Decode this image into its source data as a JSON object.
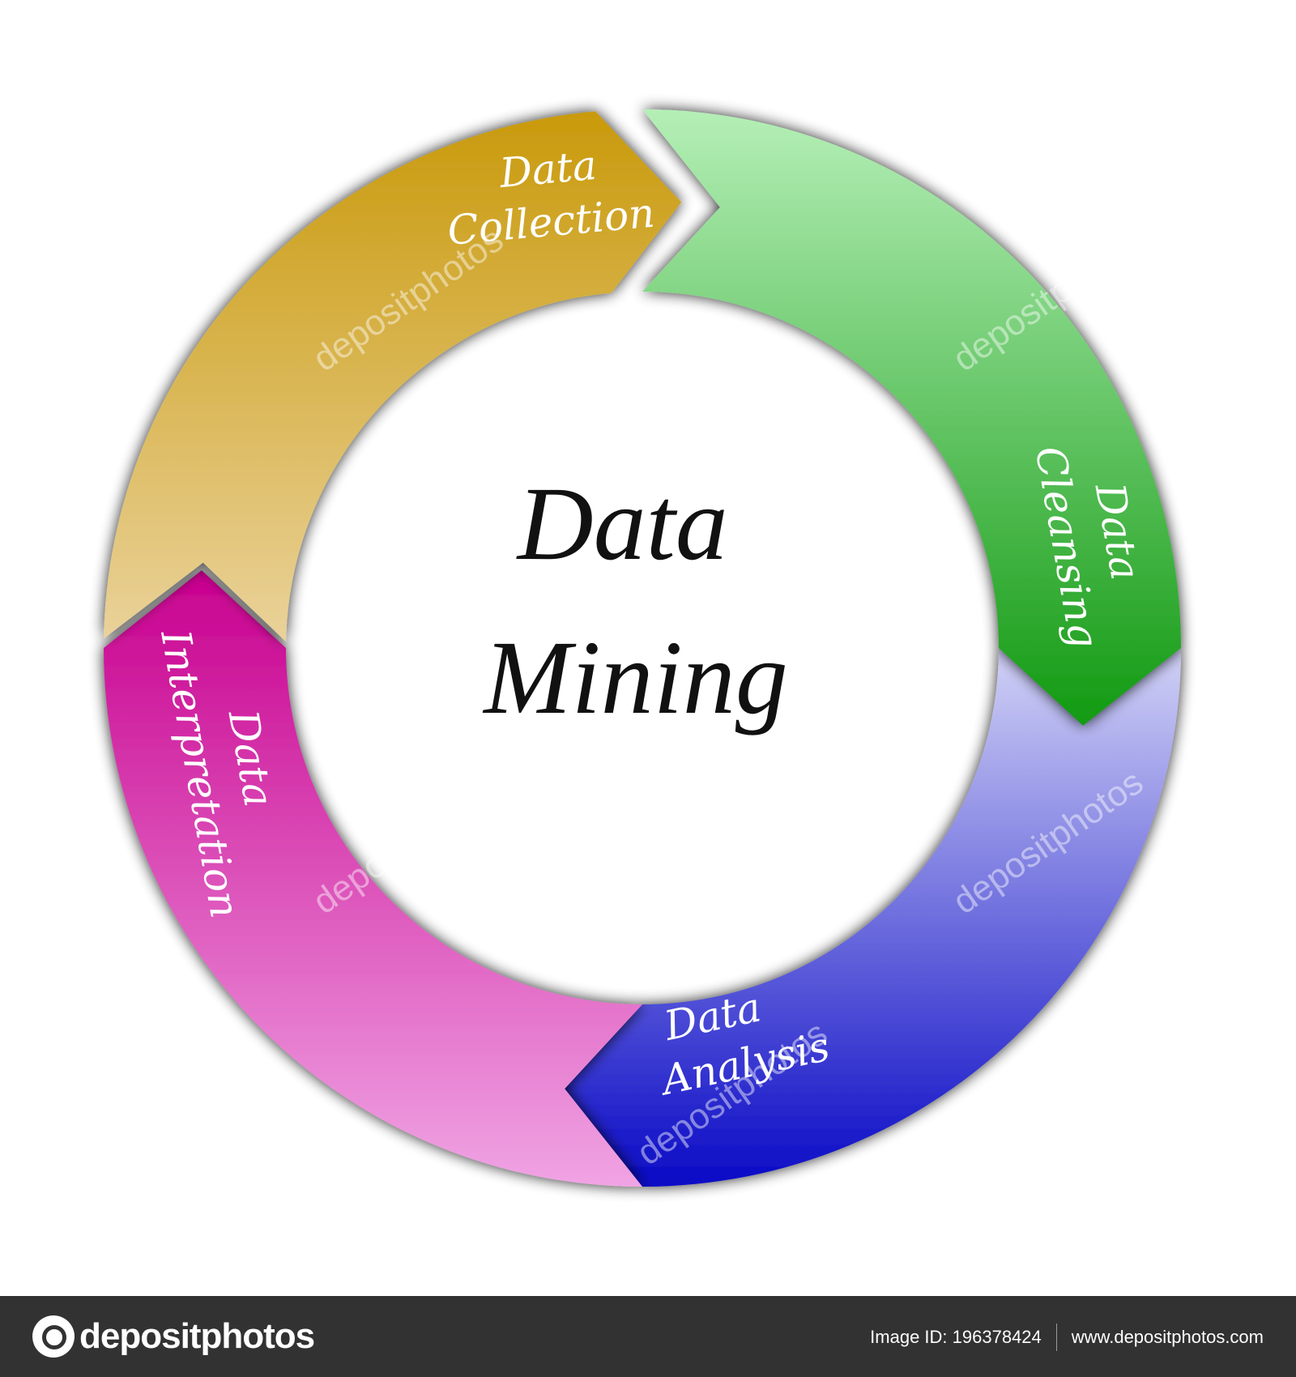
{
  "diagram": {
    "center": {
      "line1": "Data",
      "line2": "Mining"
    },
    "segments": [
      {
        "line1": "Data",
        "line2": "Collection",
        "color_start": "#c99a0c",
        "color_end": "#ead29a"
      },
      {
        "line1": "Data",
        "line2": "Cleansing",
        "color_start": "#b5efb7",
        "color_end": "#129a12"
      },
      {
        "line1": "Data",
        "line2": "Analysis",
        "color_start": "#d2d2f6",
        "color_end": "#0a0ac6"
      },
      {
        "line1": "Data",
        "line2": "Interpretation",
        "color_start": "#c8008f",
        "color_end": "#f0a4e4"
      }
    ],
    "watermark": "depositphotos"
  },
  "footer": {
    "logo_text": "depositphotos",
    "image_id": "Image ID: 196378424",
    "site_url": "www.depositphotos.com",
    "background": "#323232"
  }
}
